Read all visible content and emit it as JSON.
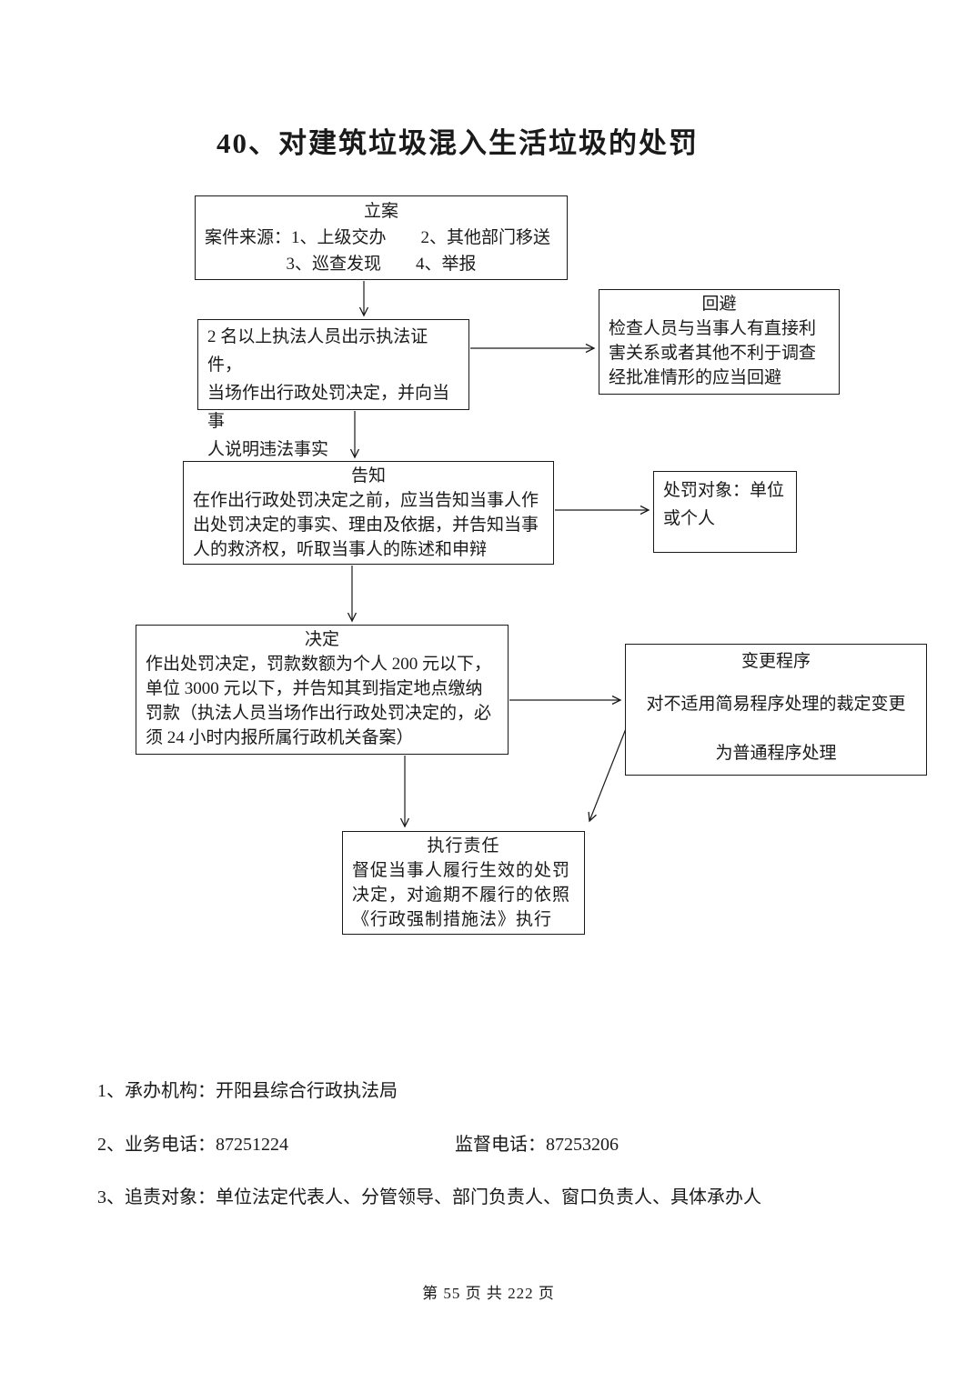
{
  "colors": {
    "ink": "#1a1a1a",
    "paper": "#ffffff"
  },
  "title": "40、对建筑垃圾混入生活垃圾的处罚",
  "flow": {
    "lian": {
      "title": "立案",
      "line1": "案件来源：1、上级交办　　2、其他部门移送",
      "line2": "3、巡查发现　　4、举报"
    },
    "zhifa": {
      "l1": "2 名以上执法人员出示执法证件，",
      "l2": "当场作出行政处罚决定，并向当事",
      "l3": "人说明违法事实"
    },
    "huibi": {
      "title": "回避",
      "l1": "检查人员与当事人有直接利",
      "l2": "害关系或者其他不利于调查",
      "l3": "经批准情形的应当回避"
    },
    "gaozhi": {
      "title": "告知",
      "l1": "在作出行政处罚决定之前，应当告知当事人作",
      "l2": "出处罚决定的事实、理由及依据，并告知当事",
      "l3": "人的救济权，听取当事人的陈述和申辩"
    },
    "duixiang": {
      "l1": "处罚对象：单位",
      "l2": "或个人"
    },
    "jueding": {
      "title": "决定",
      "l1": "作出处罚决定，罚款数额为个人 200 元以下，",
      "l2": "单位 3000 元以下，并告知其到指定地点缴纳",
      "l3": "罚款（执法人员当场作出行政处罚决定的，必",
      "l4": "须 24 小时内报所属行政机关备案）"
    },
    "biangeng": {
      "title": "变更程序",
      "l1": "对不适用简易程序处理的裁定变更",
      "l2": "为普通程序处理"
    },
    "zhixing": {
      "title": "执行责任",
      "l1": "督促当事人履行生效的处罚",
      "l2": "决定，对逾期不履行的依照",
      "l3": "《行政强制措施法》执行"
    }
  },
  "notes": {
    "n1": "1、承办机构：开阳县综合行政执法局",
    "n2_left": "2、业务电话：87251224",
    "n2_right": "监督电话：87253206",
    "n3": "3、追责对象：单位法定代表人、分管领导、部门负责人、窗口负责人、具体承办人"
  },
  "footer": {
    "text": "第 55 页 共 222 页"
  }
}
